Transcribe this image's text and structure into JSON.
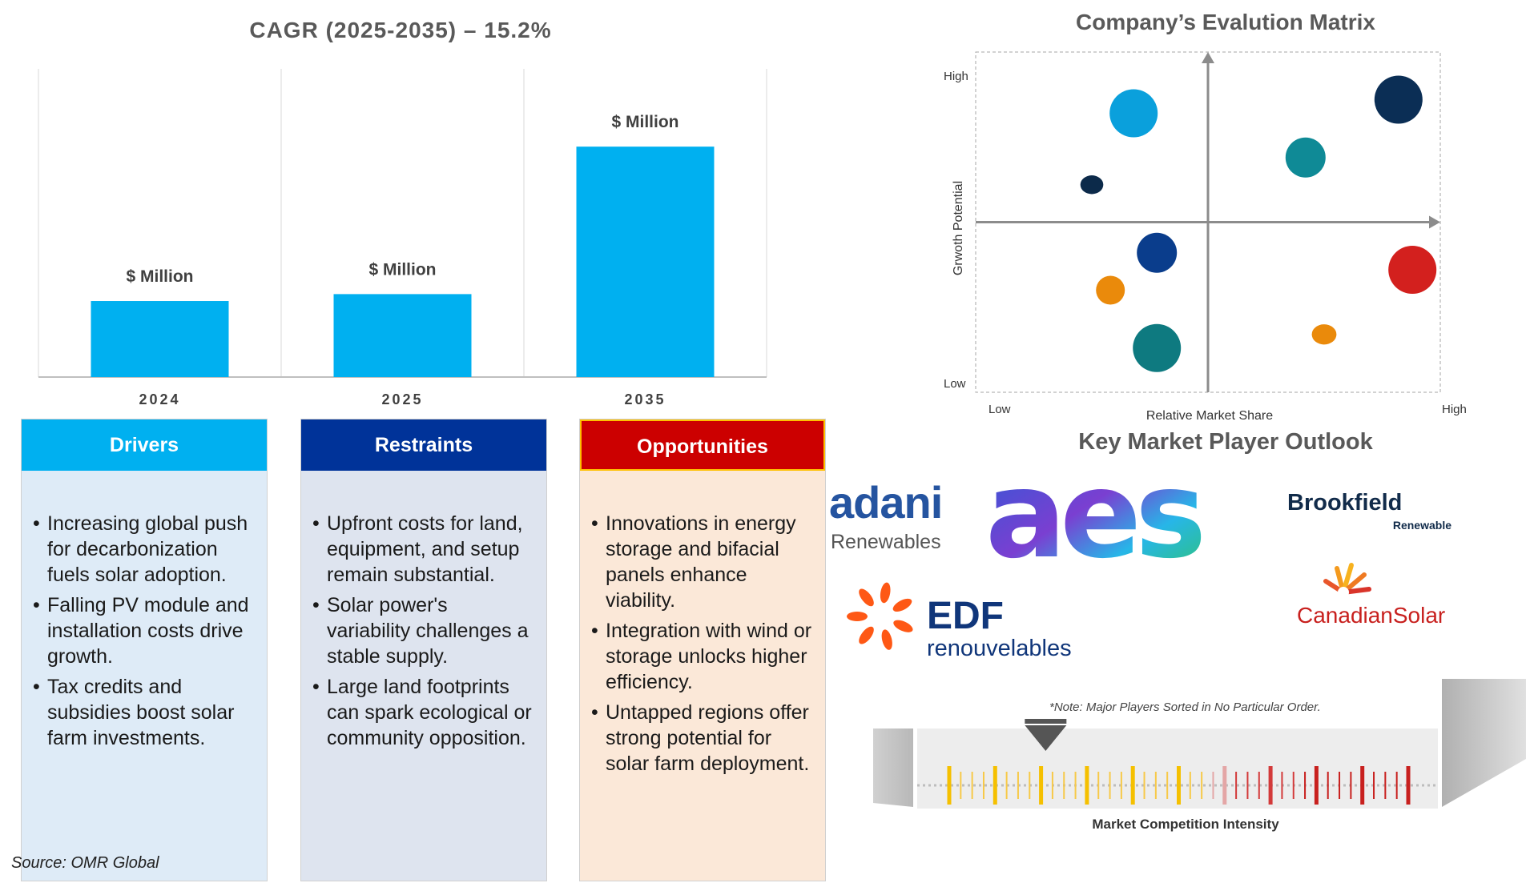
{
  "bar_chart": {
    "title": "CAGR (2025-2035) – 15.2%",
    "bar_color": "#00b0f0"
  },
  "chart_data": [
    {
      "type": "bar",
      "title": "CAGR (2025-2035) – 15.2%",
      "categories": [
        "2024",
        "2025",
        "2035"
      ],
      "values": [
        33,
        36,
        100
      ],
      "data_labels": [
        "$ Million",
        "$ Million",
        "$ Million"
      ],
      "ylim": [
        0,
        115
      ],
      "grid": false
    },
    {
      "type": "scatter",
      "title": "Company’s Evalution Matrix",
      "xlabel": "Relative Market Share",
      "ylabel": "Grwoth Potential",
      "x_ticks": [
        "Low",
        "High"
      ],
      "y_ticks": [
        "Low",
        "High"
      ],
      "xlim": [
        0,
        1
      ],
      "ylim": [
        0,
        1
      ],
      "points": [
        {
          "x": 0.34,
          "y": 0.82,
          "size": 30,
          "color": "#0aa0dc"
        },
        {
          "x": 0.91,
          "y": 0.86,
          "size": 30,
          "color": "#0b2e55"
        },
        {
          "x": 0.71,
          "y": 0.69,
          "size": 25,
          "color": "#0f8a96"
        },
        {
          "x": 0.25,
          "y": 0.61,
          "size": 13,
          "color": "#0c2a4a"
        },
        {
          "x": 0.39,
          "y": 0.41,
          "size": 25,
          "color": "#0a3d8c"
        },
        {
          "x": 0.94,
          "y": 0.36,
          "size": 30,
          "color": "#d3201e"
        },
        {
          "x": 0.29,
          "y": 0.3,
          "size": 18,
          "color": "#ea8a0b"
        },
        {
          "x": 0.39,
          "y": 0.13,
          "size": 30,
          "color": "#0e7a80"
        },
        {
          "x": 0.75,
          "y": 0.17,
          "size": 14,
          "color": "#ea8a0b"
        }
      ]
    }
  ],
  "factors": {
    "drivers": {
      "title": "Drivers",
      "items": [
        "Increasing global push for decarbonization fuels solar adoption.",
        "Falling PV module and installation costs drive growth.",
        "Tax credits and subsidies boost solar farm investments."
      ]
    },
    "restraints": {
      "title": "Restraints",
      "items": [
        "Upfront costs for land, equipment, and setup remain substantial.",
        "Solar power's variability challenges a stable supply.",
        "Large land footprints can spark ecological or community opposition."
      ]
    },
    "opportunities": {
      "title": "Opportunities",
      "items": [
        "Innovations in energy storage and bifacial panels enhance viability.",
        "Integration with wind or storage unlocks higher efficiency.",
        "Untapped regions offer strong potential for solar farm deployment."
      ]
    }
  },
  "source": "Source: OMR Global",
  "matrix": {
    "title": "Company’s Evalution Matrix",
    "y_axis_label": "Grwoth Potential",
    "x_axis_label": "Relative Market Share",
    "high_label": "High",
    "low_label": "Low"
  },
  "players": {
    "title": "Key Market Player Outlook",
    "logos": {
      "adani": {
        "name": "adani",
        "sub": "Renewables"
      },
      "aes": {
        "name": "aes"
      },
      "brookfield": {
        "name": "Brookfield",
        "sub": "Renewable"
      },
      "canadian_solar": {
        "name": "CanadianSolar"
      },
      "edf": {
        "name": "EDF",
        "sub": "renouvelables"
      }
    },
    "note": "*Note: Major Players Sorted in No Particular Order."
  },
  "intensity": {
    "label": "Market Competition Intensity",
    "level": 0.21
  }
}
